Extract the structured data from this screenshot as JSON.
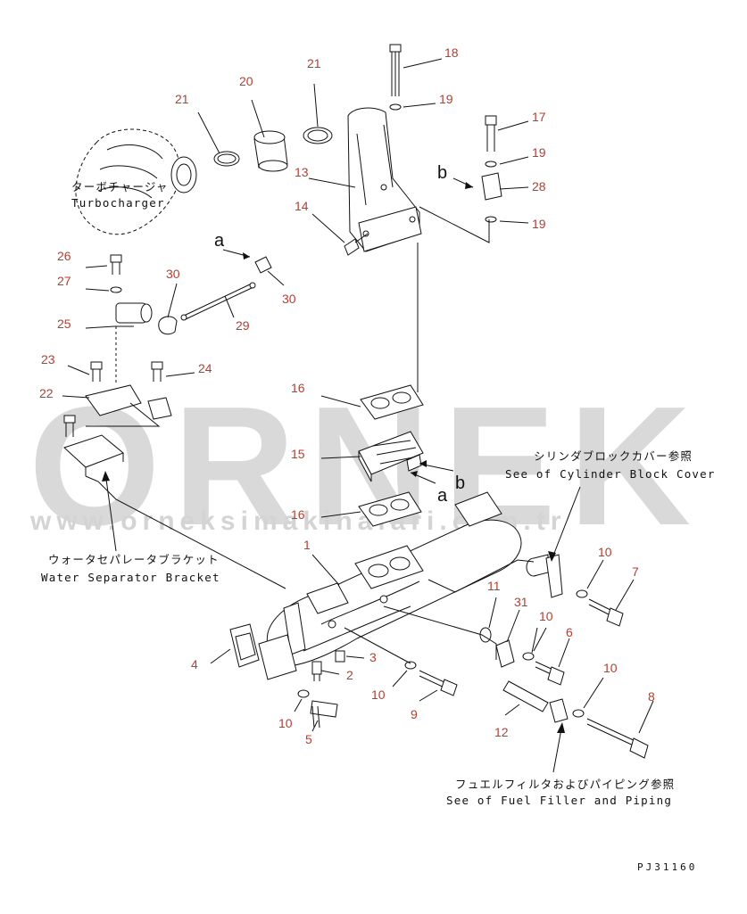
{
  "watermark": {
    "logo": "ORNEK",
    "url": "www.orneksimakinalari.com.tr"
  },
  "drawing_code": "PJ31160",
  "part_numbers": {
    "p1": "1",
    "p2": "2",
    "p3": "3",
    "p4": "4",
    "p5": "5",
    "p6": "6",
    "p7": "7",
    "p8": "8",
    "p9": "9",
    "p10a": "10",
    "p10b": "10",
    "p10c": "10",
    "p10d": "10",
    "p10e": "10",
    "p11": "11",
    "p12": "12",
    "p13": "13",
    "p14": "14",
    "p15": "15",
    "p16a": "16",
    "p16b": "16",
    "p17": "17",
    "p18": "18",
    "p19a": "19",
    "p19b": "19",
    "p19c": "19",
    "p20": "20",
    "p21a": "21",
    "p21b": "21",
    "p22": "22",
    "p23": "23",
    "p24": "24",
    "p25": "25",
    "p26": "26",
    "p27": "27",
    "p28": "28",
    "p29": "29",
    "p30a": "30",
    "p30b": "30",
    "p31": "31"
  },
  "arrow_marks": {
    "a_top": "a",
    "a_bottom": "a",
    "b_top": "b",
    "b_bottom": "b"
  },
  "labels": {
    "turbocharger_jp": "ターボチャージャ",
    "turbocharger_en": "Turbocharger",
    "water_sep_jp": "ウォータセパレータブラケット",
    "water_sep_en": "Water Separator Bracket",
    "cyl_block_jp": "シリンダブロックカバー参照",
    "cyl_block_en": "See of Cylinder Block Cover",
    "fuel_filter_jp": "フュエルフィルタおよびパイピング参照",
    "fuel_filter_en": "See of Fuel Filler and Piping"
  }
}
